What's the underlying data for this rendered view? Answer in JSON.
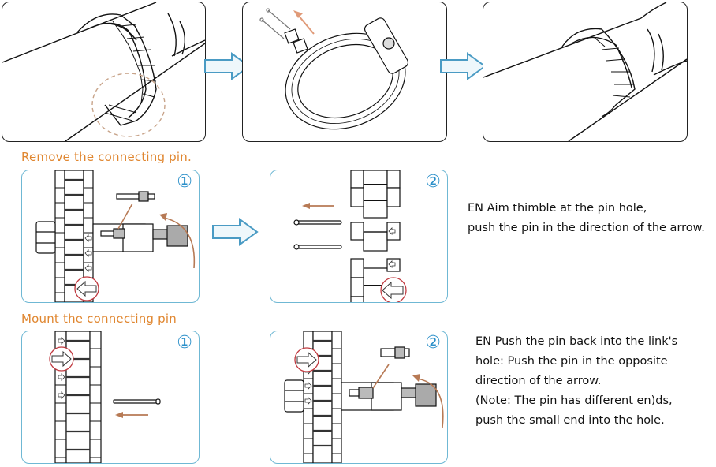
{
  "top_row": {
    "panels": [
      {
        "name": "band-on-wrist",
        "caption": ""
      },
      {
        "name": "band-disassembled",
        "caption": ""
      },
      {
        "name": "band-resized-on-wrist",
        "caption": ""
      }
    ]
  },
  "remove_section": {
    "title": "Remove the connecting pin.",
    "step1_label": "①",
    "step2_label": "②",
    "description_lines": [
      "EN Aim thimble at the pin hole,",
      "push the pin in the direction of the arrow."
    ]
  },
  "mount_section": {
    "title": "Mount the connecting pin",
    "step1_label": "①",
    "step2_label": "②",
    "description_lines": [
      "EN Push the pin back into the link's",
      "hole: Push the pin in the opposite",
      "direction of the arrow.",
      "(Note: The pin has different en)ds,",
      "push the small end into the hole."
    ]
  },
  "colors": {
    "title_orange": "#e0862f",
    "panel_blue": "#6fb8d4",
    "step_blue": "#2a8fc9",
    "arrow_brown": "#b77a55",
    "highlight_red": "#c0393f",
    "flow_arrow_fill": "#eef7fb",
    "flow_arrow_stroke": "#4a9bc4"
  },
  "icons": {
    "flow_arrow": "right-arrow-icon",
    "pin_direction_left": "left-arrow-icon",
    "pin_direction_right": "right-arrow-icon",
    "curved_turn": "rotate-arrow-icon"
  }
}
